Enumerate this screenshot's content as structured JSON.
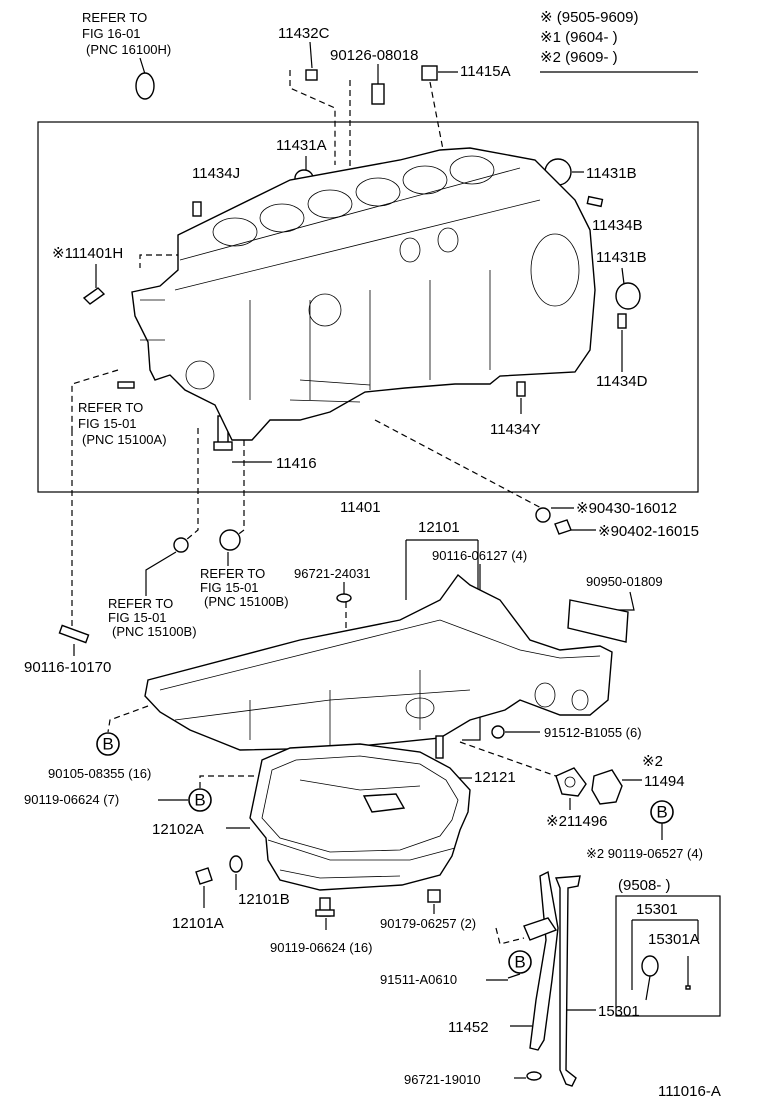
{
  "legend": {
    "row0": "※  (9505-9609)",
    "row1": "※1 (9604-     )",
    "row2": "※2 (9609-     )"
  },
  "refs": {
    "fig16_l1": "REFER TO",
    "fig16_l2": "FIG 16-01",
    "fig16_l3": "(PNC 16100H)",
    "fig15a_l1": "REFER TO",
    "fig15a_l2": "FIG 15-01",
    "fig15a_l3": "(PNC 15100A)",
    "fig15b1_l1": "REFER TO",
    "fig15b1_l2": "FIG 15-01",
    "fig15b1_l3": "(PNC 15100B)",
    "fig15b2_l1": "REFER TO",
    "fig15b2_l2": "FIG 15-01",
    "fig15b2_l3": "(PNC 15100B)"
  },
  "parts": {
    "p11432C": "11432C",
    "p90126": "90126-08018",
    "p11415A": "11415A",
    "p11431A": "11431A",
    "p11434J": "11434J",
    "p11431B_top": "11431B",
    "p11434B": "11434B",
    "p111401H": "※111401H",
    "p11431B_mid": "11431B",
    "p11434D": "11434D",
    "p11434Y": "11434Y",
    "p11416": "11416",
    "p11401": "11401",
    "p12101": "12101",
    "p90430": "※90430-16012",
    "p90402": "※90402-16015",
    "p90116_06127": "90116-06127 (4)",
    "p96721_24031": "96721-24031",
    "p90950": "90950-01809",
    "p90116_10170": "90116-10170",
    "p91512": "91512-B1055 (6)",
    "p90105": "90105-08355 (16)",
    "p12121": "12121",
    "p11494_note": "※2",
    "p11494": "11494",
    "p90119_06624_7": "90119-06624 (7)",
    "p211496": "※211496",
    "p12102A": "12102A",
    "p90119_06527": "※2 90119-06527 (4)",
    "p12101B": "12101B",
    "p12101A": "12101A",
    "p90179": "90179-06257 (2)",
    "p90119_06624_16": "90119-06624 (16)",
    "p91511": "91511-A0610",
    "p11452": "11452",
    "p15301": "15301",
    "p96721_19010": "96721-19010",
    "box_range": "(9508-     )",
    "box_15301": "15301",
    "box_15301A": "15301A",
    "figure_id": "111016-A",
    "b_marker": "B"
  }
}
